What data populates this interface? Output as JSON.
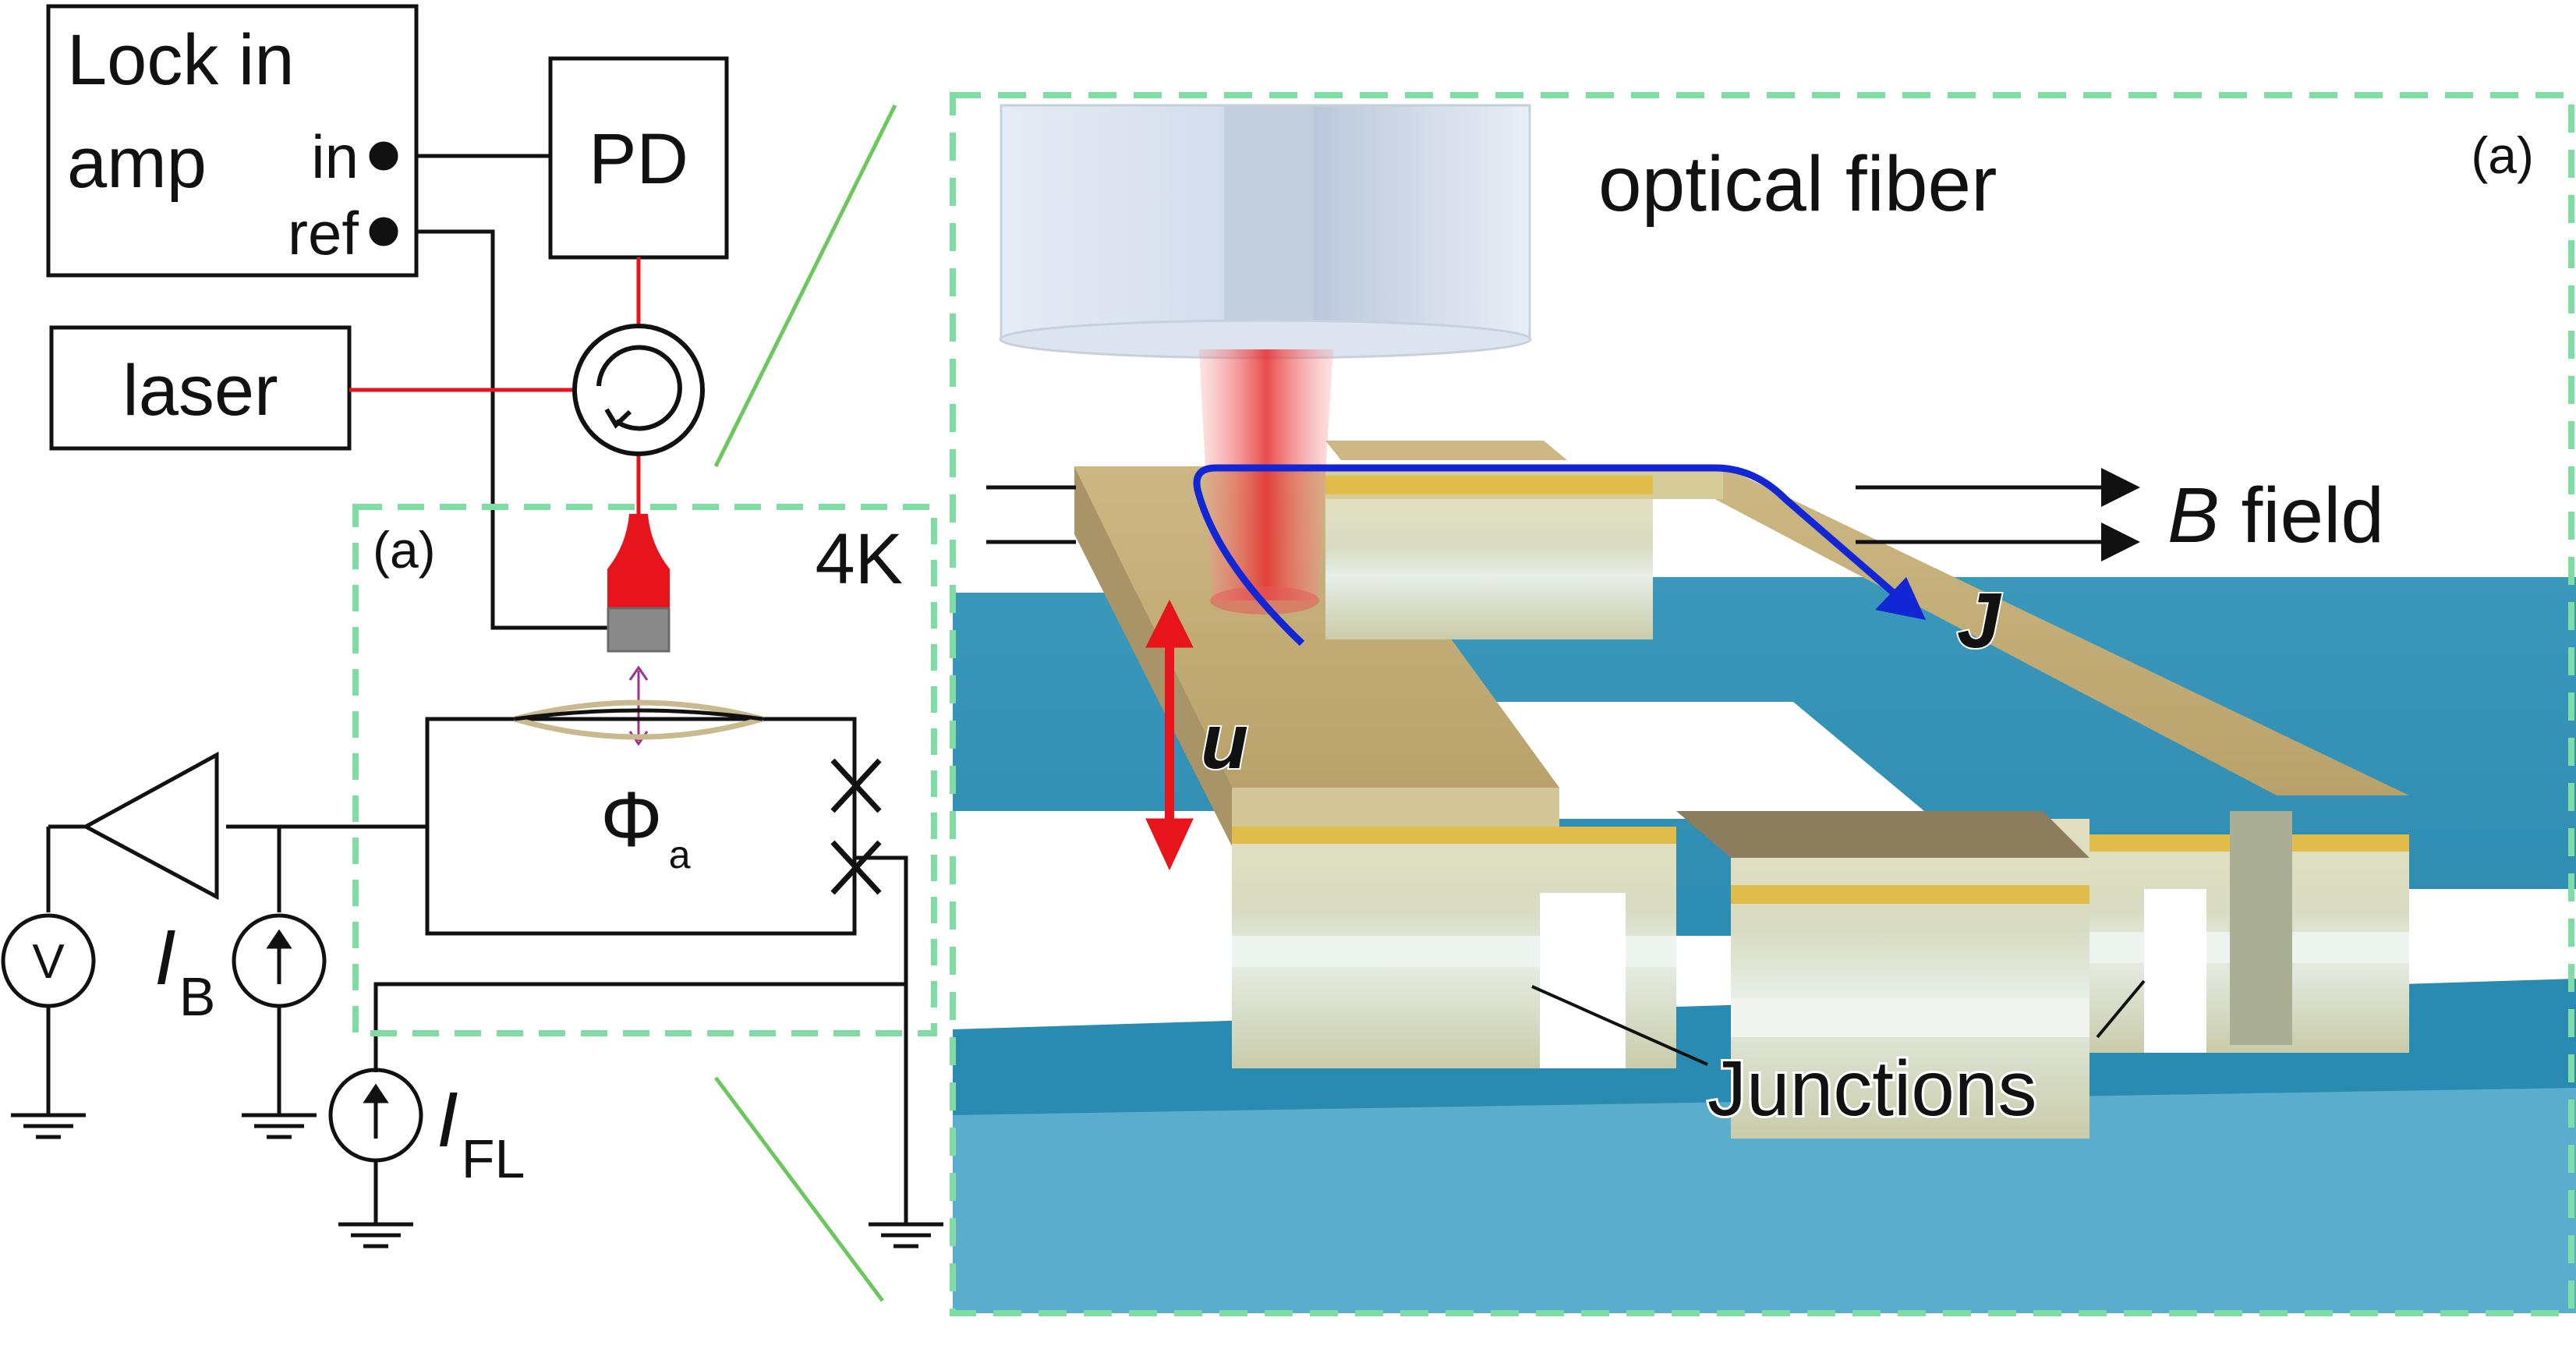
{
  "circuit": {
    "lockin_line1": "Lock in",
    "lockin_line2": "amp",
    "lockin_in": "in",
    "lockin_ref": "ref",
    "photodetector": "PD",
    "laser": "laser",
    "panel_marker": "(a)",
    "temperature": "4K",
    "flux_symbol": "Φ",
    "flux_subscript": "a",
    "voltmeter": "V",
    "bias_current_symbol": "I",
    "bias_current_subscript": "B",
    "fluxline_current_symbol": "I",
    "fluxline_current_subscript": "FL"
  },
  "device": {
    "panel_marker": "(a)",
    "fiber_label": "optical fiber",
    "field_label_italic": "B",
    "field_label_rest": " field",
    "current_label": "J",
    "displacement_label": "u",
    "junctions_label": "Junctions"
  },
  "colors": {
    "frame_dash": "#7fdca4",
    "laser_red": "#e8141c",
    "current_blue": "#1226d6",
    "substrate_teal": "#2e8fb3",
    "gold_cap": "#c9a94a",
    "mechanical_arrow": "#a0308f"
  }
}
